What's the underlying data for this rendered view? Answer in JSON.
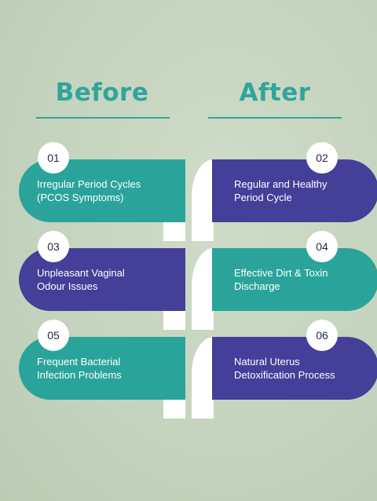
{
  "headings": {
    "before": "Before",
    "after": "After"
  },
  "items": [
    {
      "number": "01",
      "text": "Irregular Period Cycles (PCOS Symptoms)"
    },
    {
      "number": "02",
      "text": "Regular and Healthy Period Cycle"
    },
    {
      "number": "03",
      "text": "Unpleasant Vaginal Odour Issues"
    },
    {
      "number": "04",
      "text": "Effective Dirt & Toxin Discharge"
    },
    {
      "number": "05",
      "text": "Frequent Bacterial Infection Problems"
    },
    {
      "number": "06",
      "text": "Natural Uterus Detoxification Process"
    }
  ],
  "colors": {
    "teal": "#2aa49a",
    "purple": "#443f98",
    "heading": "#2fa59c"
  }
}
